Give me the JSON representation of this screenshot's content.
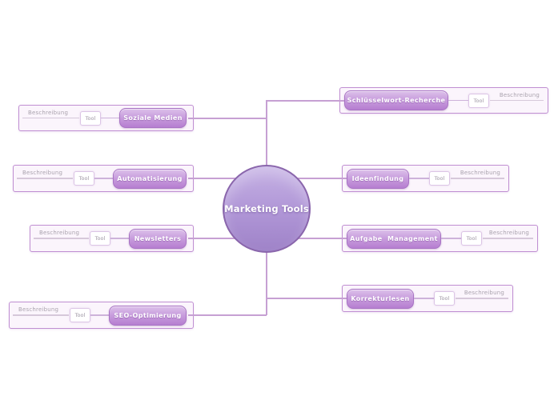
{
  "center": {
    "label": "Marketing Tools"
  },
  "labels": {
    "description": "Beschreibung",
    "tool": "Tool"
  },
  "branches": {
    "left": [
      {
        "label": "Soziale Medien"
      },
      {
        "label": "Automatisierung"
      },
      {
        "label": "Newsletters"
      },
      {
        "label": "SEO-Optimierung"
      }
    ],
    "right": [
      {
        "label": "Schlüsselwort-Recherche"
      },
      {
        "label": "Ideenfindung"
      },
      {
        "label": "Aufgabe  Management"
      },
      {
        "label": "Korrekturlesen"
      }
    ]
  },
  "colors": {
    "topic_border": "#a873c4",
    "topic_fill_top": "#dcc0ea",
    "topic_fill_bottom": "#b67ed1",
    "group_border": "#c08fd2",
    "group_fill": "#fbf5fc",
    "connector": "#c6a0d3",
    "center_border": "#8a66ac",
    "center_fill_top": "#c5b1e4",
    "center_fill_bottom": "#9f83c8",
    "muted_text": "#aaa3ae",
    "background": "#ffffff"
  }
}
